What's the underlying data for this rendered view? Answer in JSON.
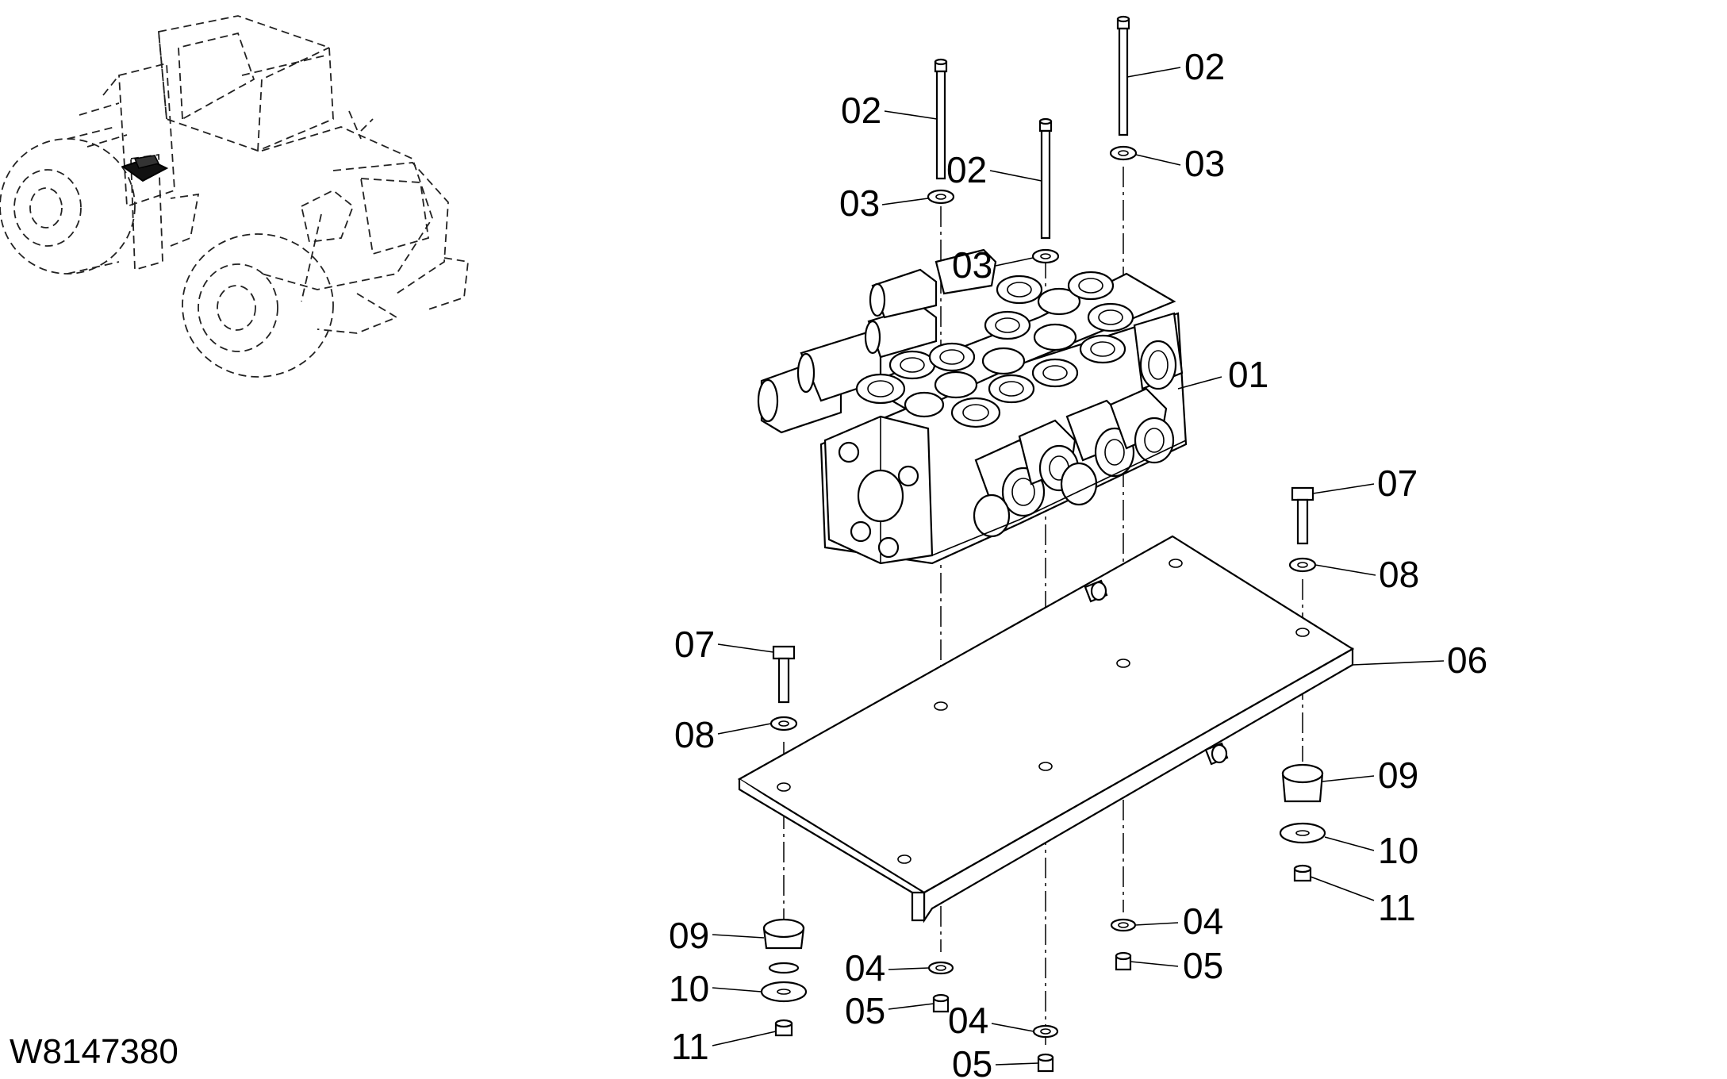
{
  "drawing_id": "W8147380",
  "callouts": {
    "c01": "01",
    "c02a": "02",
    "c02b": "02",
    "c02c": "02",
    "c03a": "03",
    "c03b": "03",
    "c03c": "03",
    "c04a": "04",
    "c04b": "04",
    "c04c": "04",
    "c05a": "05",
    "c05b": "05",
    "c05c": "05",
    "c06": "06",
    "c07a": "07",
    "c07b": "07",
    "c08a": "08",
    "c08b": "08",
    "c09a": "09",
    "c09b": "09",
    "c10a": "10",
    "c10b": "10",
    "c11a": "11",
    "c11b": "11"
  }
}
